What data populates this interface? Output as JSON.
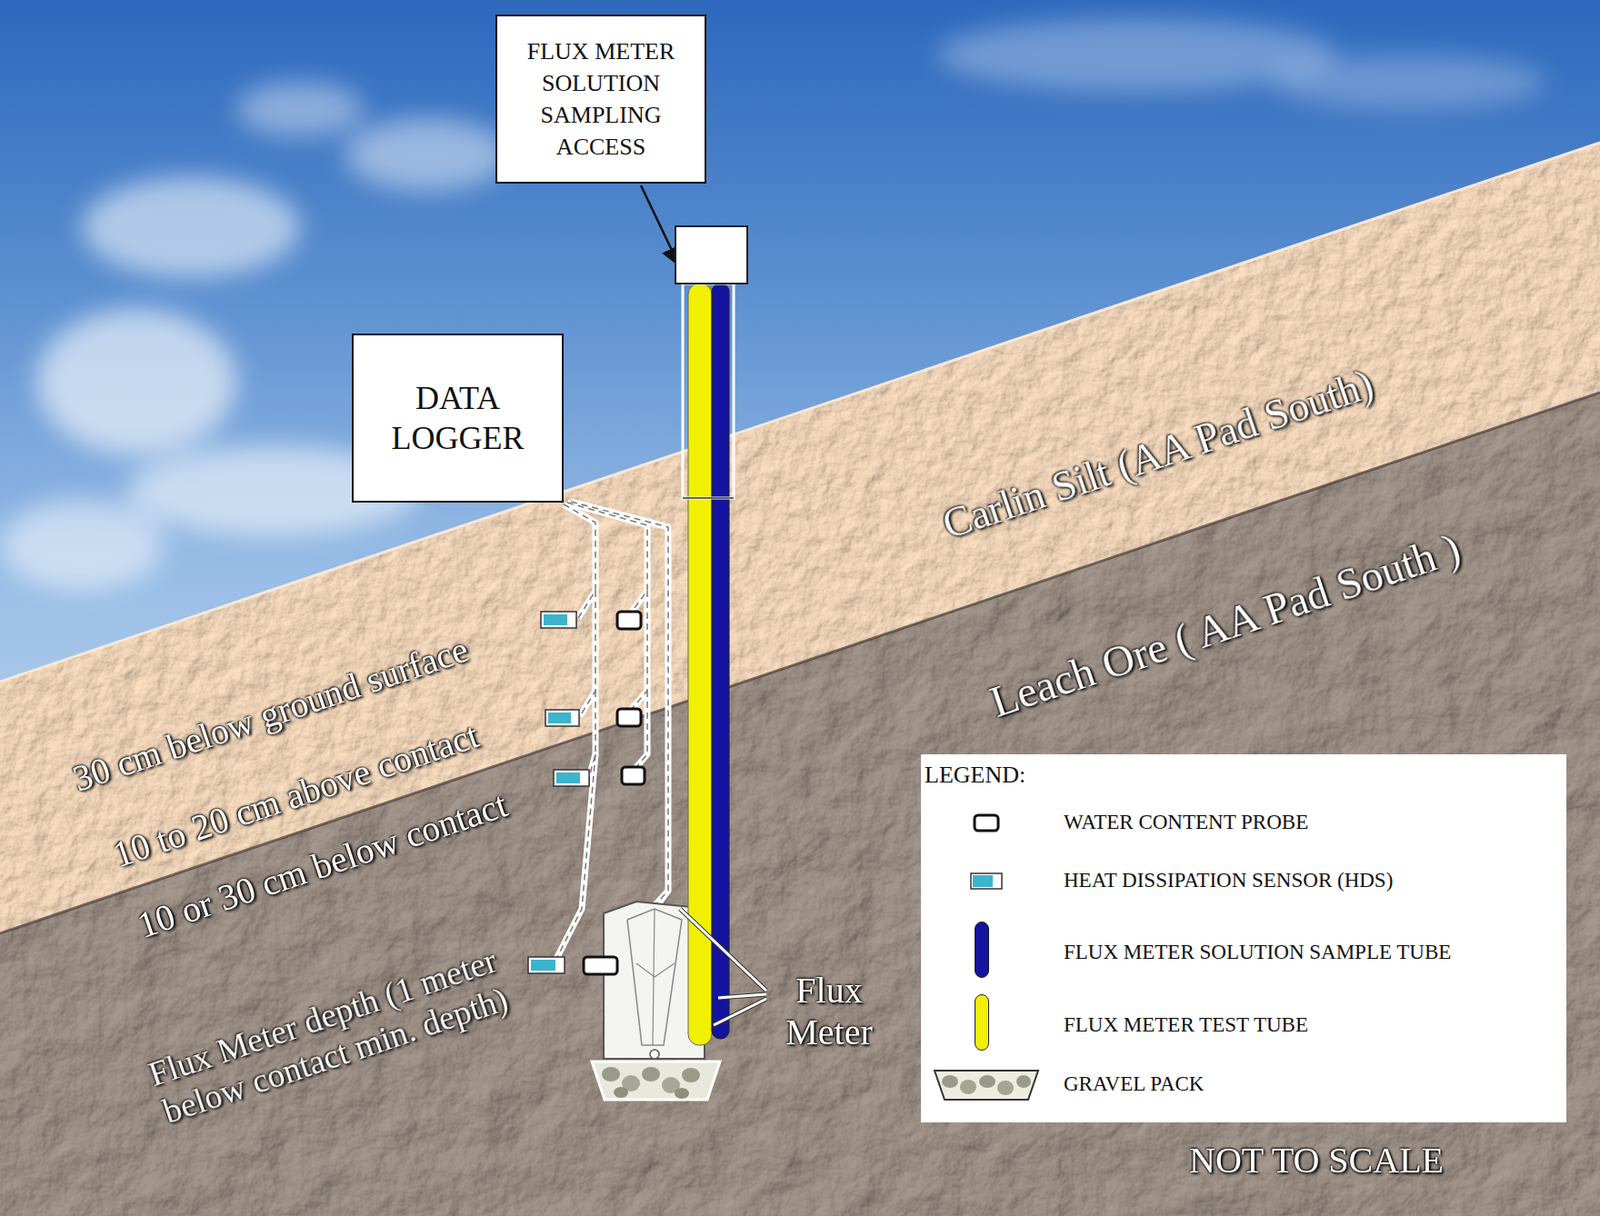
{
  "diagram": {
    "nodes": [
      {
        "text": [
          "FLUX METER SOLUTION SAMPLING ACCESS"
        ]
      },
      {
        "text": [
          "DATA LOGGER"
        ]
      }
    ],
    "labels": [
      "Carlin Silt (AA Pad South)",
      "Leach Ore ( AA Pad South )",
      "30 cm below ground surface",
      "10 to 20 cm above contact",
      "10 or 30 cm below contact",
      "Flux Meter depth (1 meter below contact min. depth)",
      "Flux Meter",
      "NOT TO SCALE",
      "LEGEND:"
    ],
    "legend": [
      {
        "text": "WATER CONTENT PROBE"
      },
      {
        "text": "HEAT DISSIPATION SENSOR (HDS)"
      },
      {
        "text": "FLUX METER SOLUTION SAMPLE TUBE",
        "color": "#1414a0"
      },
      {
        "text": "FLUX METER TEST TUBE",
        "color": "#f0f000"
      },
      {
        "text": "GRAVEL PACK"
      }
    ]
  }
}
